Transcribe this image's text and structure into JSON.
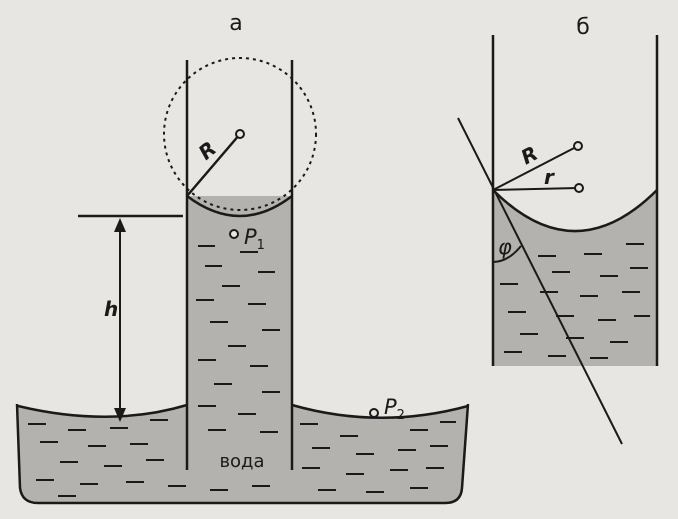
{
  "panel_a": {
    "label": "а",
    "radius_label": "R",
    "p1_label": "P",
    "p1_sub": "1",
    "p2_label": "P",
    "p2_sub": "2",
    "height_label": "h",
    "water_label": "вода"
  },
  "panel_b": {
    "label": "б",
    "big_radius_label": "R",
    "small_radius_label": "r",
    "angle_label": "φ"
  },
  "colors": {
    "background": "#e7e6e2",
    "liquid": "#b3b2ae",
    "ink": "#1a1a1a"
  }
}
